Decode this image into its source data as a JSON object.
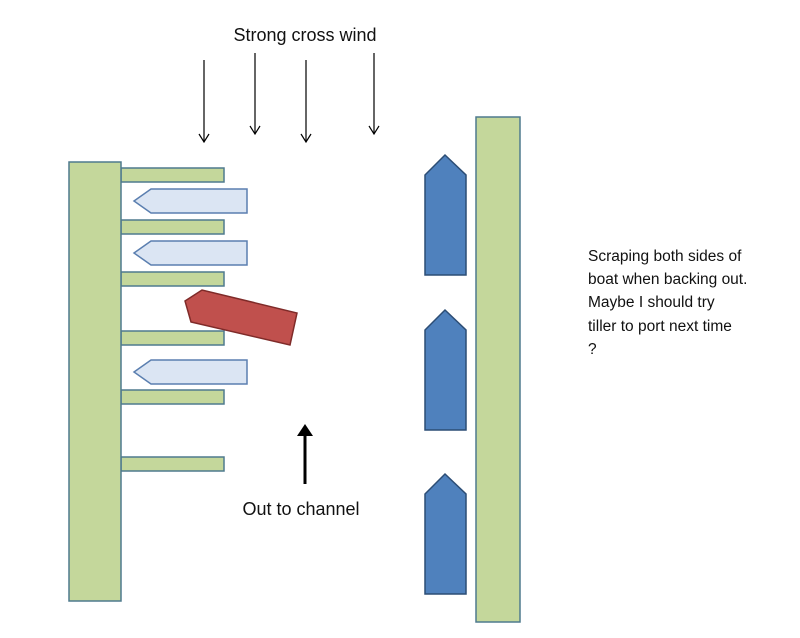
{
  "title": "Strong cross wind",
  "channel_label": "Out to channel",
  "note_lines": [
    "Scraping both sides of",
    "boat when backing out.",
    "Maybe I should try",
    "tiller to port next time",
    "?"
  ],
  "colors": {
    "dock_fill": "#c4d79b",
    "dock_stroke": "#4f7a8e",
    "docked_boat_fill": "#dbe5f3",
    "docked_boat_stroke": "#5b7fb0",
    "moving_boat_fill": "#c0504d",
    "moving_boat_stroke": "#7f2b29",
    "moored_boat_fill": "#4f81bd",
    "moored_boat_stroke": "#2c4d75",
    "arrow_stroke": "#000000"
  }
}
